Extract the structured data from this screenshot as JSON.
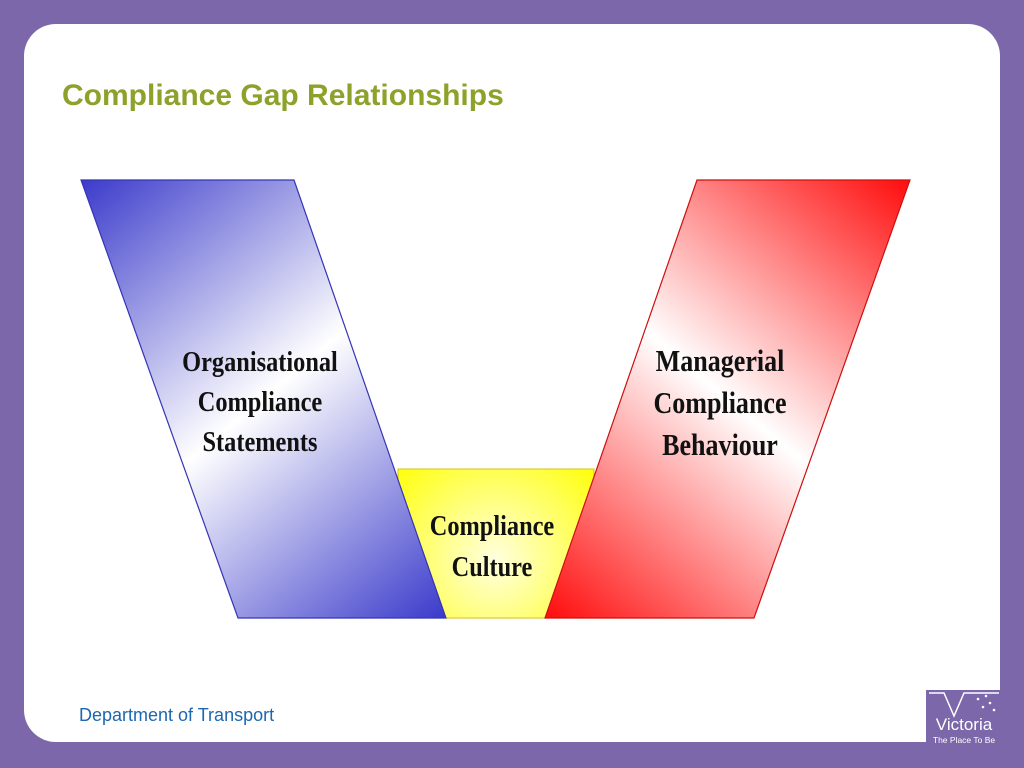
{
  "slide": {
    "title": "Compliance Gap Relationships",
    "footer_org": "Department of Transport",
    "logo": {
      "name": "Victoria",
      "tagline": "The Place To Be"
    }
  },
  "diagram": {
    "left_block": {
      "label": "Organisational\nCompliance\nStatements",
      "color": "#3c3ccc"
    },
    "right_block": {
      "label": "Managerial\nCompliance\n Behaviour",
      "color": "#ff1010"
    },
    "center_block": {
      "label": "Compliance\nCulture",
      "color": "#ffff20"
    }
  },
  "colors": {
    "background": "#7b67a9",
    "title": "#8ca22a",
    "footer": "#1c67b1"
  }
}
